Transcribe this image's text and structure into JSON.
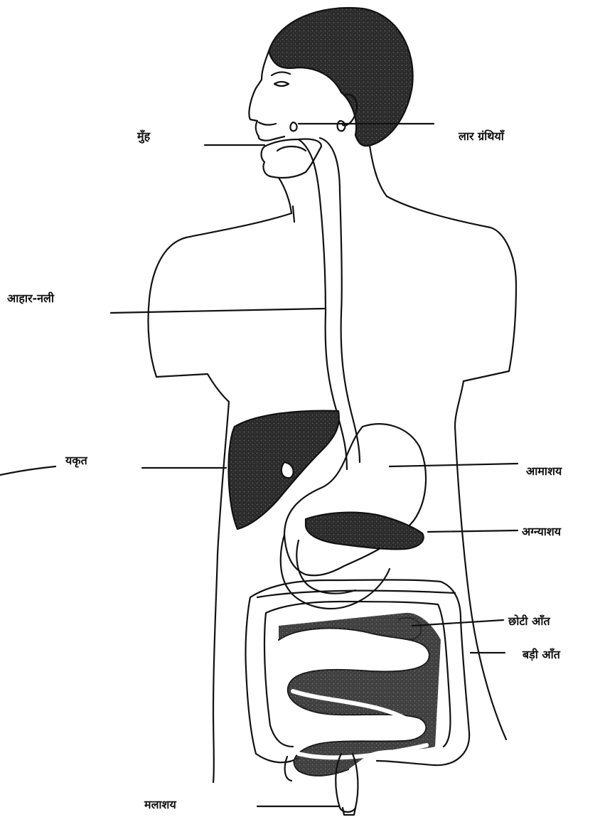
{
  "colors": {
    "ink": "#111111",
    "organ_fill": "#2a2a2a",
    "background": "#ffffff"
  },
  "labels": {
    "mouth": "मुँह",
    "salivary_glands": "लार ग्रंथियाँ",
    "esophagus": "आहार-नली",
    "liver": "यकृत",
    "stomach": "आमाशय",
    "pancreas": "अग्न्याशय",
    "small_intestine": "छोटी आँत",
    "large_intestine": "बड़ी आँत",
    "rectum": "मलाशय"
  }
}
